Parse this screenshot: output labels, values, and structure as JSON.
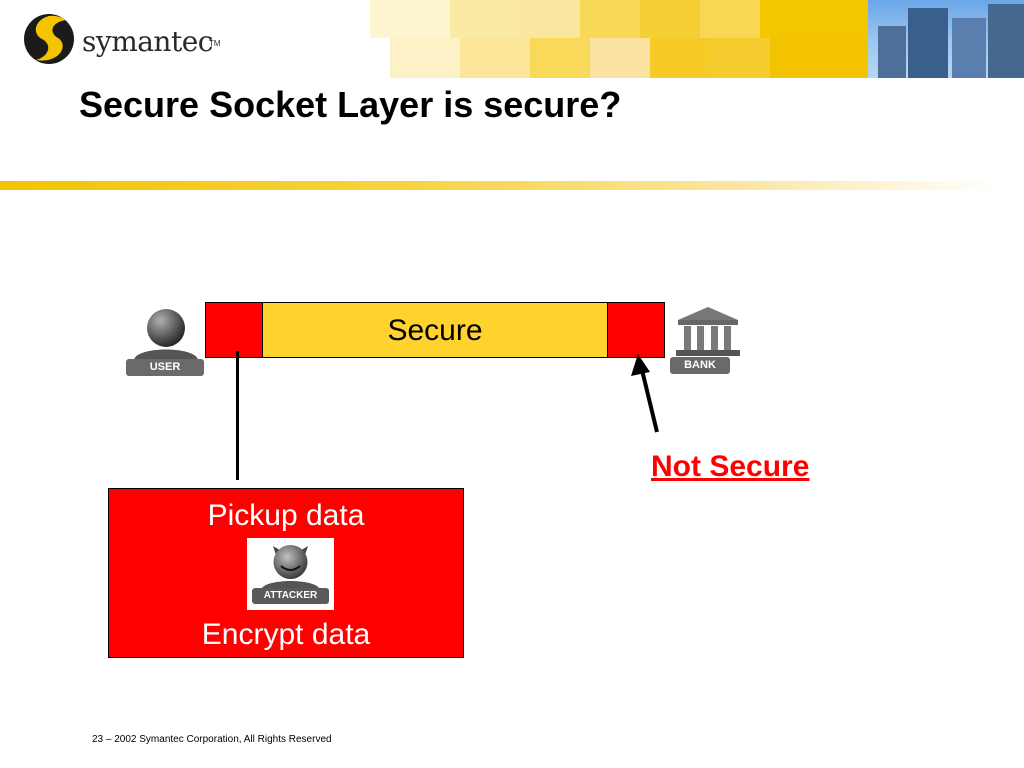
{
  "brand": {
    "name": "symantec",
    "trademark": "TM"
  },
  "slide": {
    "title": "Secure Socket Layer is secure?"
  },
  "diagram": {
    "user_label": "USER",
    "bank_label": "BANK",
    "channel_label": "Secure",
    "not_secure_label": "Not Secure",
    "attacker": {
      "line1": "Pickup data",
      "badge_label": "ATTACKER",
      "line2": "Encrypt data"
    }
  },
  "colors": {
    "red": "#ff0000",
    "yellow": "#ffd22e",
    "accent": "#f3c400"
  },
  "footer": {
    "text": "23 – 2002 Symantec Corporation, All Rights Reserved"
  }
}
